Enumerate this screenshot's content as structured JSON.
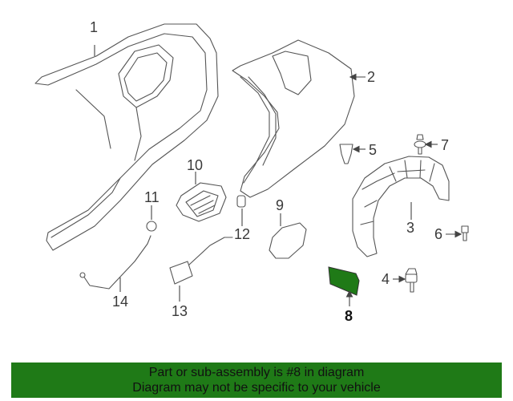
{
  "callouts": {
    "c1": "1",
    "c2": "2",
    "c3": "3",
    "c4": "4",
    "c5": "5",
    "c6": "6",
    "c7": "7",
    "c8": "8",
    "c9": "9",
    "c10": "10",
    "c11": "11",
    "c12": "12",
    "c13": "13",
    "c14": "14"
  },
  "highlight_color": "#1f7a17",
  "banner": {
    "line1": "Part or sub-assembly is #8 in diagram",
    "line2": "Diagram may not be specific to your vehicle"
  }
}
